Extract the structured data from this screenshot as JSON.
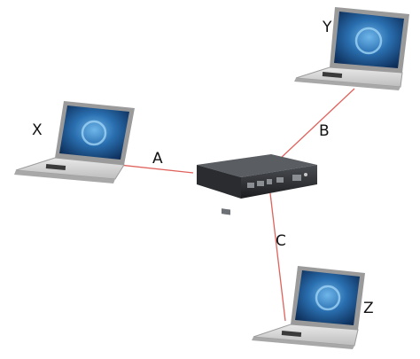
{
  "nodes": {
    "laptop_x": {
      "label": "X",
      "icon": "laptop-icon"
    },
    "laptop_y": {
      "label": "Y",
      "icon": "laptop-icon"
    },
    "laptop_z": {
      "label": "Z",
      "icon": "laptop-icon"
    },
    "hub": {
      "icon": "network-switch-icon"
    }
  },
  "links": {
    "a": {
      "label": "A",
      "from": "X",
      "to": "hub"
    },
    "b": {
      "label": "B",
      "from": "Y",
      "to": "hub"
    },
    "c": {
      "label": "C",
      "from": "Z",
      "to": "hub"
    }
  },
  "colors": {
    "link": "#e0625c",
    "laptop_body": "#d4d4d4",
    "laptop_screen": "#1e4f86",
    "device_body": "#2f3134"
  }
}
